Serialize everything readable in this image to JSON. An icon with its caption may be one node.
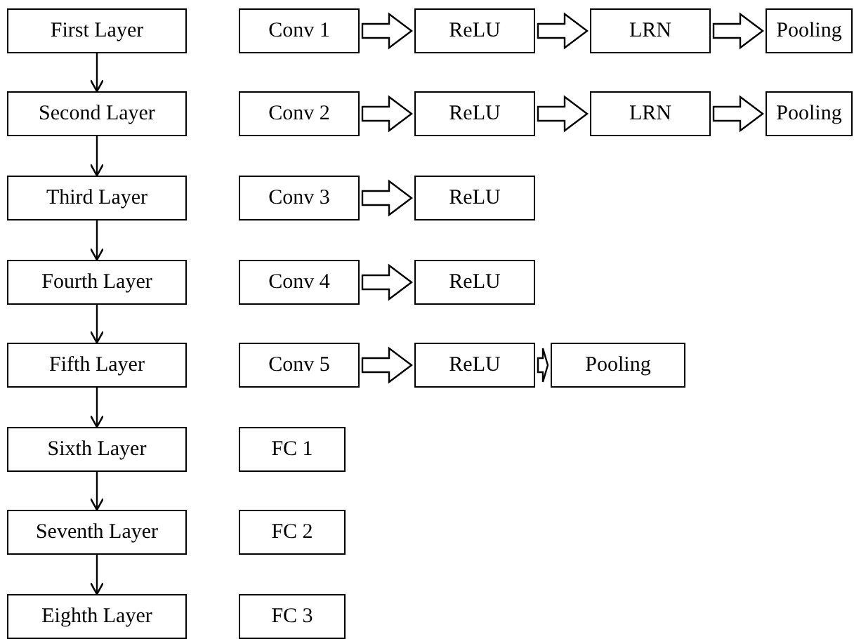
{
  "diagram": {
    "nodes": [
      {
        "text": [
          "First Layer"
        ]
      },
      {
        "text": [
          "Second Layer"
        ]
      },
      {
        "text": [
          "Third Layer"
        ]
      },
      {
        "text": [
          "Fourth Layer"
        ]
      },
      {
        "text": [
          "Fifth Layer"
        ]
      },
      {
        "text": [
          "Sixth Layer"
        ]
      },
      {
        "text": [
          "Seventh Layer"
        ]
      },
      {
        "text": [
          "Eighth Layer"
        ]
      },
      {
        "text": [
          "Conv 1"
        ]
      },
      {
        "text": [
          "ReLU"
        ]
      },
      {
        "text": [
          "LRN"
        ]
      },
      {
        "text": [
          "Pooling"
        ]
      },
      {
        "text": [
          "Conv 2"
        ]
      },
      {
        "text": [
          "ReLU"
        ]
      },
      {
        "text": [
          "LRN"
        ]
      },
      {
        "text": [
          "Pooling"
        ]
      },
      {
        "text": [
          "Conv 3"
        ]
      },
      {
        "text": [
          "ReLU"
        ]
      },
      {
        "text": [
          "Conv 4"
        ]
      },
      {
        "text": [
          "ReLU"
        ]
      },
      {
        "text": [
          "Conv 5"
        ]
      },
      {
        "text": [
          "ReLU"
        ]
      },
      {
        "text": [
          "Pooling"
        ]
      },
      {
        "text": [
          "FC 1"
        ]
      },
      {
        "text": [
          "FC 2"
        ]
      },
      {
        "text": [
          "FC 3"
        ]
      }
    ],
    "edges": [
      {
        "from": 0,
        "to": 1,
        "arrow": "to"
      },
      {
        "from": 1,
        "to": 2,
        "arrow": "to"
      },
      {
        "from": 2,
        "to": 3,
        "arrow": "to"
      },
      {
        "from": 3,
        "to": 4,
        "arrow": "to"
      },
      {
        "from": 4,
        "to": 5,
        "arrow": "to"
      },
      {
        "from": 5,
        "to": 6,
        "arrow": "to"
      },
      {
        "from": 6,
        "to": 7,
        "arrow": "to"
      },
      {
        "from": 8,
        "to": 9,
        "arrow": "to"
      },
      {
        "from": 9,
        "to": 10,
        "arrow": "to"
      },
      {
        "from": 10,
        "to": 11,
        "arrow": "to"
      },
      {
        "from": 12,
        "to": 13,
        "arrow": "to"
      },
      {
        "from": 13,
        "to": 14,
        "arrow": "to"
      },
      {
        "from": 14,
        "to": 15,
        "arrow": "to"
      },
      {
        "from": 16,
        "to": 17,
        "arrow": "to"
      },
      {
        "from": 18,
        "to": 19,
        "arrow": "to"
      },
      {
        "from": 20,
        "to": 21,
        "arrow": "to"
      },
      {
        "from": 21,
        "to": 22,
        "arrow": "to"
      }
    ]
  }
}
